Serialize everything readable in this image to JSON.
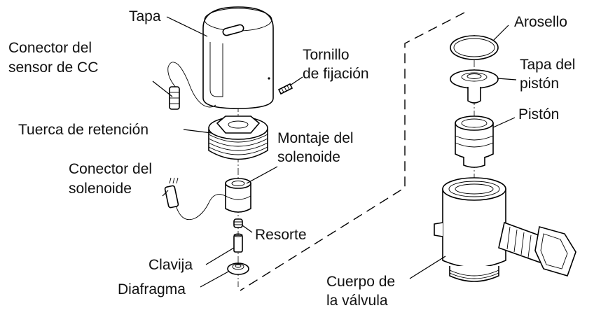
{
  "labels": {
    "tapa": "Tapa",
    "conector_sensor_1": "Conector del",
    "conector_sensor_2": "sensor de CC",
    "tornillo_1": "Tornillo",
    "tornillo_2": "de fijación",
    "tuerca": "Tuerca de retención",
    "montaje_1": "Montaje del",
    "montaje_2": "solenoide",
    "conector_sol_1": "Conector del",
    "conector_sol_2": "solenoide",
    "resorte": "Resorte",
    "clavija": "Clavija",
    "diafragma": "Diafragma",
    "arosello": "Arosello",
    "tapa_piston_1": "Tapa del",
    "tapa_piston_2": "pistón",
    "piston": "Pistón",
    "cuerpo_1": "Cuerpo de",
    "cuerpo_2": "la válvula"
  }
}
